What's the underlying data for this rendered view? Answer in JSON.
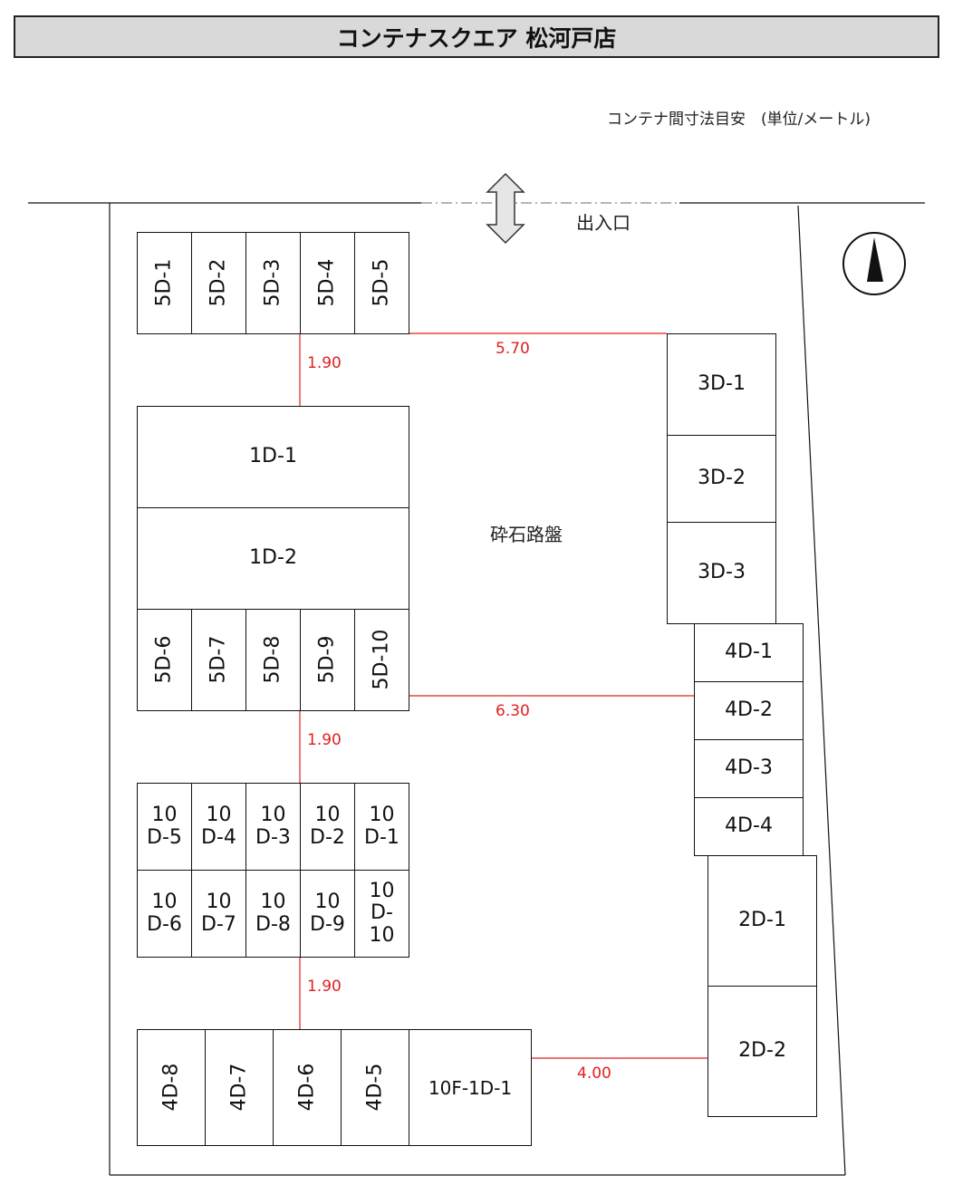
{
  "title": "コンテナスクエア 松河戸店",
  "legend": "コンテナ間寸法目安　(単位/メートル)",
  "entrance": "出入口",
  "ground": "砕石路盤",
  "colors": {
    "dimension": "#e02020",
    "title_bg": "#d9d9d9"
  },
  "rows": {
    "top5": [
      "5D-1",
      "5D-2",
      "5D-3",
      "5D-4",
      "5D-5"
    ],
    "big1": [
      "1D-1",
      "1D-2"
    ],
    "mid5": [
      "5D-6",
      "5D-7",
      "5D-8",
      "5D-9",
      "5D-10"
    ],
    "ten_top": [
      [
        "10",
        "D-5"
      ],
      [
        "10",
        "D-4"
      ],
      [
        "10",
        "D-3"
      ],
      [
        "10",
        "D-2"
      ],
      [
        "10",
        "D-1"
      ]
    ],
    "ten_bot": [
      [
        "10",
        "D-6"
      ],
      [
        "10",
        "D-7"
      ],
      [
        "10",
        "D-8"
      ],
      [
        "10",
        "D-9"
      ],
      [
        "10",
        "D-",
        "10"
      ]
    ],
    "bottom": [
      "4D-8",
      "4D-7",
      "4D-6",
      "4D-5"
    ],
    "tenf": "10F-1D-1",
    "three": [
      "3D-1",
      "3D-2",
      "3D-3"
    ],
    "four": [
      "4D-1",
      "4D-2",
      "4D-3",
      "4D-4"
    ],
    "two": [
      "2D-1",
      "2D-2"
    ]
  },
  "dimensions": {
    "d1": "1.90",
    "d2": "5.70",
    "d3": "1.90",
    "d4": "6.30",
    "d5": "1.90",
    "d6": "4.00"
  }
}
